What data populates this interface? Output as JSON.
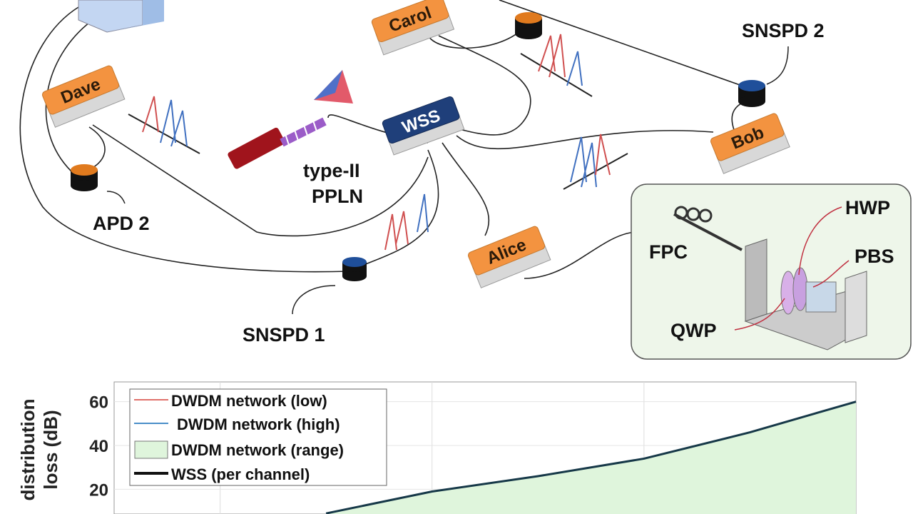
{
  "diagram": {
    "nodes": {
      "carol": "Carol",
      "dave": "Dave",
      "bob": "Bob",
      "alice": "Alice",
      "wss": "WSS"
    },
    "labels": {
      "snspd1": "SNSPD 1",
      "snspd2": "SNSPD 2",
      "apd2": "APD 2",
      "ppln_line1": "type-II",
      "ppln_line2": "PPLN",
      "fpc": "FPC",
      "hwp": "HWP",
      "pbs": "PBS",
      "qwp": "QWP"
    },
    "colors": {
      "user_box": "#f39340",
      "wss_box": "#1f3f7a",
      "apd": "#e07a1e",
      "snspd": "#1f4f9a",
      "laser": "#a0141c",
      "ppln": "#9b5cc8",
      "inset_bg": "#eef6ea"
    }
  },
  "chart_data": {
    "type": "line",
    "ylabel": "distribution loss (dB)",
    "yticks": [
      20,
      40,
      60
    ],
    "ylim": [
      0,
      69
    ],
    "xlim": [
      0.5,
      4
    ],
    "grid": true,
    "legend_position": "top-left",
    "legend": [
      {
        "label": "DWDM network (low)",
        "color": "#e0706a"
      },
      {
        "label": "DWDM network (high)",
        "color": "#4a8ec8"
      },
      {
        "label": "DWDM network (range)",
        "color": "#dff5dc"
      },
      {
        "label": "WSS (per channel)",
        "color": "#111111"
      }
    ],
    "series": [
      {
        "name": "WSS (per channel)",
        "x": [
          1.5,
          2,
          2.5,
          3,
          3.5,
          4
        ],
        "y": [
          9,
          19,
          26,
          34,
          46,
          60
        ]
      }
    ]
  }
}
